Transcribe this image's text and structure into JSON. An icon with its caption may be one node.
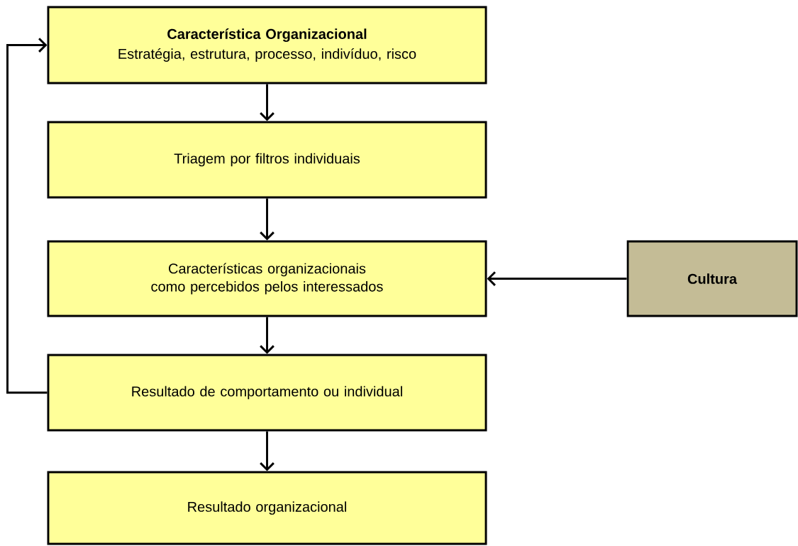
{
  "diagram": {
    "nodes": [
      {
        "text": [
          "Característica Organizacional",
          "Estratégia, estrutura, processo, indivíduo, risco"
        ]
      },
      {
        "text": [
          "Triagem por filtros individuais"
        ]
      },
      {
        "text": [
          "Características organizacionais como percebidos pelos interessados"
        ]
      },
      {
        "text": [
          "Resultado de comportamento ou individual"
        ]
      },
      {
        "text": [
          "Resultado organizacional"
        ]
      },
      {
        "text": [
          "Cultura"
        ]
      }
    ],
    "edges": [
      {
        "from": 0,
        "to": 1,
        "arrow": "to"
      },
      {
        "from": 1,
        "to": 2,
        "arrow": "to"
      },
      {
        "from": 2,
        "to": 3,
        "arrow": "to"
      },
      {
        "from": 3,
        "to": 4,
        "arrow": "to"
      },
      {
        "from": 5,
        "to": 2,
        "arrow": "to"
      },
      {
        "from": 3,
        "to": 0,
        "arrow": "to"
      }
    ]
  }
}
